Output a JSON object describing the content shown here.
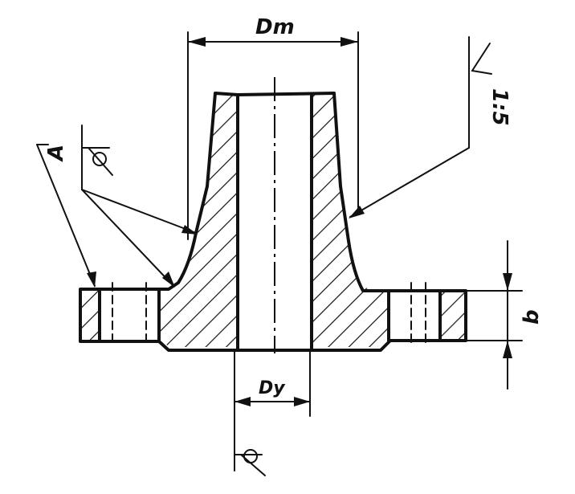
{
  "labels": {
    "dm": "Dm",
    "dy": "Dy",
    "b": "b",
    "a": "A",
    "taper": "1:5"
  },
  "colors": {
    "ink": "#111111",
    "background": "#ffffff"
  },
  "symbols": [
    "weld-symbol",
    "weld-symbol",
    "taper-symbol"
  ]
}
